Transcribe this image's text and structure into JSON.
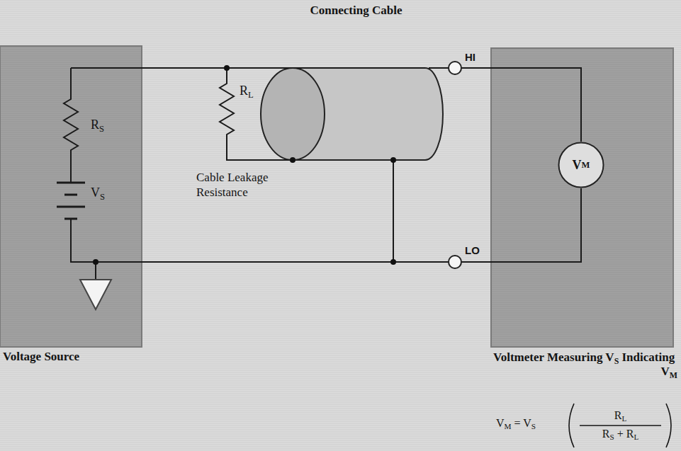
{
  "diagram": {
    "nodes": [
      {
        "text": [
          "Voltage Source"
        ]
      },
      {
        "text": [
          "Connecting Cable"
        ]
      },
      {
        "text": [
          "Voltmeter Measuring VS Indicating VM"
        ]
      },
      {
        "text": [
          "VM"
        ],
        "in": 2
      }
    ],
    "edges": [
      {
        "from": 0,
        "to": 1,
        "arrow": "none"
      },
      {
        "from": 1,
        "to": 2,
        "arrow": "none"
      },
      {
        "from": 0,
        "to": 2,
        "arrow": "none"
      }
    ],
    "labels": [
      "RS",
      "VS",
      "RL",
      "Cable Leakage Resistance",
      "HI",
      "LO",
      "VM = VS",
      "RL",
      "RS + RL"
    ]
  }
}
